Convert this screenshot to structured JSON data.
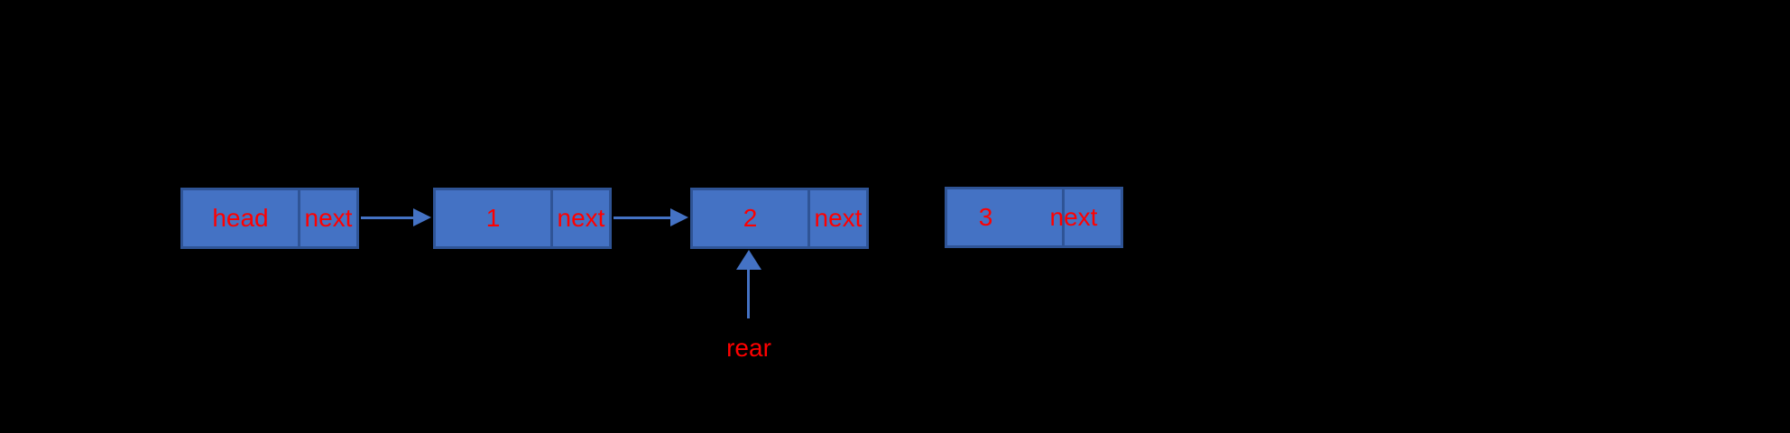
{
  "diagram": {
    "type": "linked-list",
    "background_color": "#000000",
    "node_fill_color": "#4472C4",
    "node_border_color": "#2F5496",
    "label_color": "#FF0000",
    "arrow_color": "#4472C4",
    "nodes": [
      {
        "value": "head",
        "pointer": "next"
      },
      {
        "value": "1",
        "pointer": "next"
      },
      {
        "value": "2",
        "pointer": "next"
      },
      {
        "value": "3",
        "pointer": "next"
      }
    ],
    "links": [
      {
        "from": "head",
        "to": "1"
      },
      {
        "from": "1",
        "to": "2"
      }
    ],
    "rear_pointer": {
      "label": "rear",
      "points_to": "2"
    }
  }
}
